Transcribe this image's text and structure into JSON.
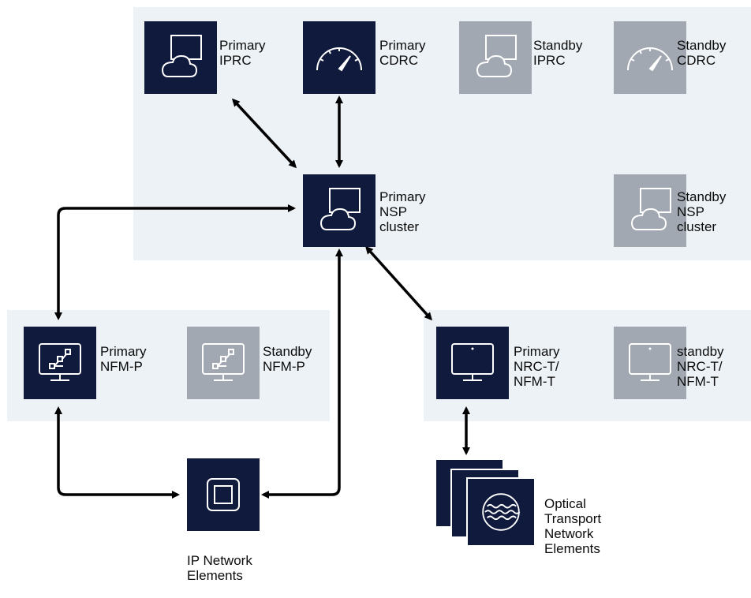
{
  "nodes": {
    "primary_iprc": {
      "line1": "Primary",
      "line2": "IPRC"
    },
    "primary_cdrc": {
      "line1": "Primary",
      "line2": "CDRC"
    },
    "standby_iprc": {
      "line1": "Standby",
      "line2": "IPRC"
    },
    "standby_cdrc": {
      "line1": "Standby",
      "line2": "CDRC"
    },
    "primary_nsp": {
      "line1": "Primary",
      "line2": "NSP",
      "line3": "cluster"
    },
    "standby_nsp": {
      "line1": "Standby",
      "line2": "NSP",
      "line3": "cluster"
    },
    "primary_nfmp": {
      "line1": "Primary",
      "line2": "NFM-P"
    },
    "standby_nfmp": {
      "line1": "Standby",
      "line2": "NFM-P"
    },
    "primary_nrct": {
      "line1": "Primary",
      "line2": "NRC-T/",
      "line3": "NFM-T"
    },
    "standby_nrct": {
      "line1": "standby",
      "line2": "NRC-T/",
      "line3": "NFM-T"
    },
    "ip_ne": {
      "line1": "IP Network",
      "line2": "Elements"
    },
    "optical_ne": {
      "line1": "Optical",
      "line2": "Transport",
      "line3": "Network",
      "line4": "Elements"
    }
  },
  "colors": {
    "primary_tile": "#0f1a3c",
    "standby_tile": "#a1a8b1",
    "panel": "#edf2f6",
    "arrow": "#000000"
  },
  "icons": {
    "iprc": "cloud-window-icon",
    "cdrc": "speedometer-icon",
    "nsp": "cloud-window-icon",
    "nfmp": "network-monitor-icon",
    "nrct": "monitor-icon",
    "ip_ne": "square-chip-icon",
    "optical_ne": "wave-circle-icon"
  }
}
